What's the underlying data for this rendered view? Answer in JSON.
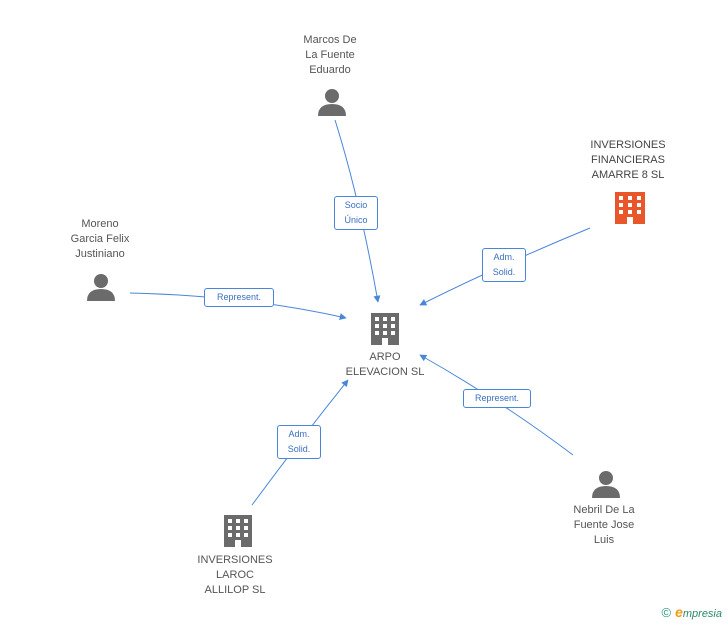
{
  "nodes": {
    "center": {
      "label": "ARPO\nELEVACION SL",
      "icon": "building-icon",
      "color": "#6b6b6b"
    },
    "marcos": {
      "label": "Marcos De\nLa Fuente\nEduardo",
      "icon": "person-icon",
      "color": "#6b6b6b"
    },
    "inversiones_amarre": {
      "label": "INVERSIONES\nFINANCIERAS\nAMARRE 8 SL",
      "icon": "building-icon",
      "color": "#e8562a"
    },
    "moreno": {
      "label": "Moreno\nGarcia Felix\nJustiniano",
      "icon": "person-icon",
      "color": "#6b6b6b"
    },
    "nebril": {
      "label": "Nebril De La\nFuente Jose\nLuis",
      "icon": "person-icon",
      "color": "#6b6b6b"
    },
    "inversiones_laroc": {
      "label": "INVERSIONES\nLAROC\nALLILOP SL",
      "icon": "building-icon",
      "color": "#6b6b6b"
    }
  },
  "edges": {
    "marcos": "Socio\nÚnico",
    "inversiones_amarre": "Adm.\nSolid.",
    "moreno": "Represent.",
    "nebril": "Represent.",
    "inversiones_laroc": "Adm.\nSolid."
  },
  "colors": {
    "edge": "#4a86d8"
  },
  "footer": {
    "copyright": "©",
    "brand_initial": "e",
    "brand_rest": "mpresia"
  }
}
